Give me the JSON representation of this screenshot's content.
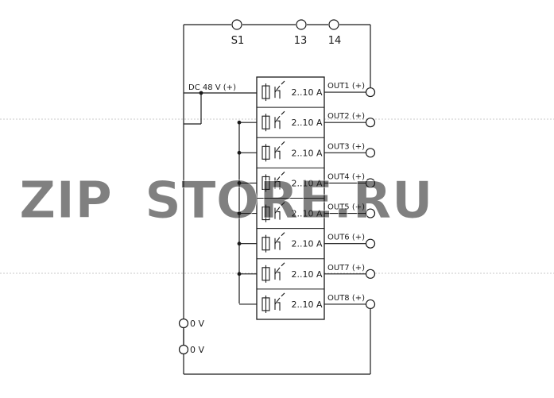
{
  "diagram": {
    "top_terminals": [
      "S1",
      "13",
      "14"
    ],
    "supply_label": "DC 48 V (+)",
    "channels": [
      {
        "rating": "2..10 A",
        "output": "OUT1 (+)"
      },
      {
        "rating": "2..10 A",
        "output": "OUT2 (+)"
      },
      {
        "rating": "2..10 A",
        "output": "OUT3 (+)"
      },
      {
        "rating": "2..10 A",
        "output": "OUT4 (+)"
      },
      {
        "rating": "2..10 A",
        "output": "OUT5 (+)"
      },
      {
        "rating": "2..10 A",
        "output": "OUT6 (+)"
      },
      {
        "rating": "2..10 A",
        "output": "OUT7 (+)"
      },
      {
        "rating": "2..10 A",
        "output": "OUT8 (+)"
      }
    ],
    "ground_terminals": [
      "0 V",
      "0 V"
    ]
  },
  "watermark": {
    "part1": "ZIP",
    "part2": "STORE.RU",
    "color1": "#f6a23a",
    "color2": "#9a9a9a"
  },
  "colors": {
    "line": "#1a1a1a",
    "guide": "#c8c8c8"
  }
}
